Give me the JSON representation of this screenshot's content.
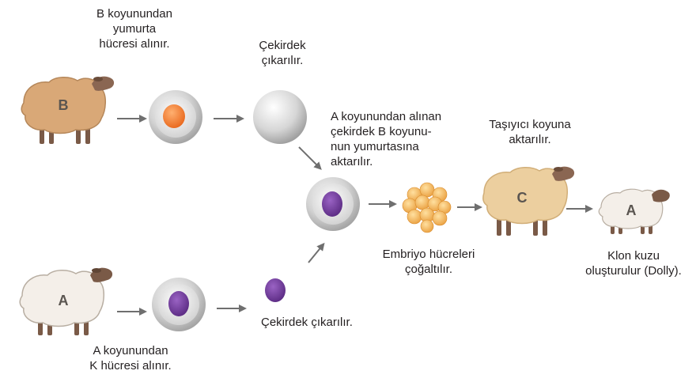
{
  "labels": {
    "b_egg": "B koyunundan\nyumurta\nhücresi alınır.",
    "enucleate": "Çekirdek\nçıkarılır.",
    "transfer": "A koyunundan alınan\nçekirdek B koyunu-\nnun yumurtasına\naktarılır.",
    "surrogate": "Taşıyıcı koyuna\naktarılır.",
    "embryo": "Embriyo hücreleri\nçoğaltılır.",
    "clone": "Klon kuzu\noluşturulur (Dolly).",
    "nucleus_removed": "Çekirdek çıkarılır.",
    "a_cell": "A koyunundan\nK hücresi alınır."
  },
  "sheep": {
    "b": "B",
    "a": "A",
    "c": "C",
    "lamb": "A"
  },
  "colors": {
    "tan_sheep": "#d9a877",
    "tan_sheep_dark": "#b5875a",
    "surrogate_sheep": "#eccf9f",
    "white_sheep": "#f4efe9",
    "leg": "#7a5a47",
    "cell_outer": "#c9c9c9",
    "orange_nucleus": "#f07f2a",
    "purple_nucleus": "#6a3594",
    "arrow": "#6f6f6f",
    "embryo": "#f3b458"
  }
}
